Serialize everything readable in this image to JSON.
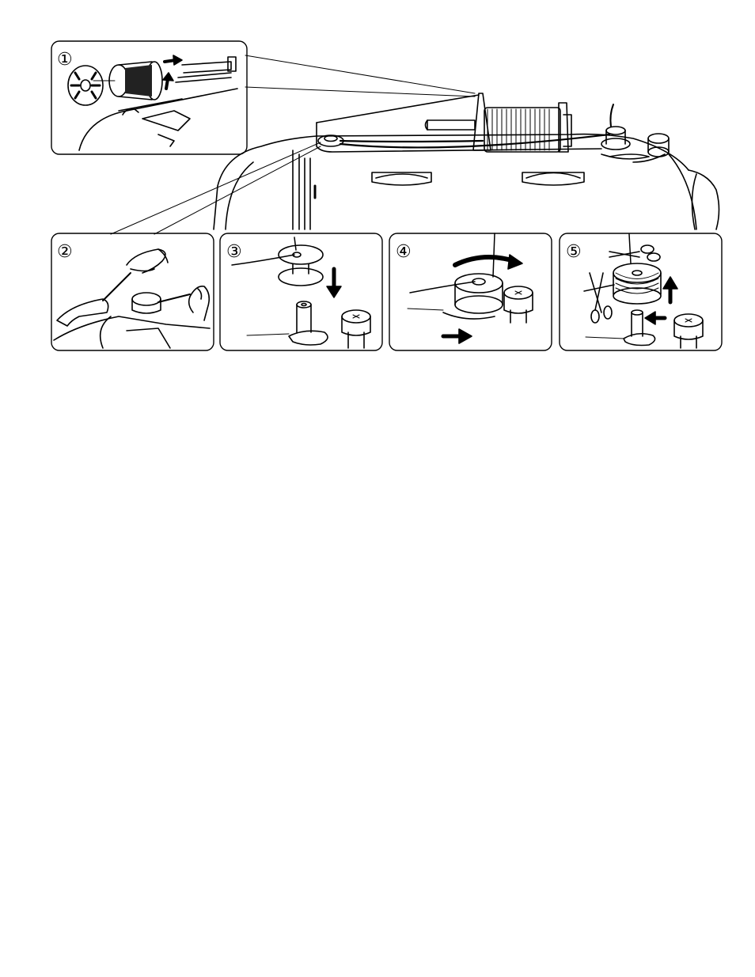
{
  "figure": {
    "description_steps": [
      {
        "id": 1,
        "label": "①"
      },
      {
        "id": 2,
        "label": "②"
      },
      {
        "id": 3,
        "label": "③"
      },
      {
        "id": 4,
        "label": "④"
      },
      {
        "id": 5,
        "label": "⑤"
      }
    ]
  },
  "colors": {
    "ink": "#000000",
    "paper": "#ffffff"
  },
  "icons": {
    "spool": "thread-spool-icon",
    "arrow": "arrow-icon",
    "scissors": "scissors-icon",
    "hand": "hand-icon",
    "bobbin": "bobbin-icon"
  }
}
